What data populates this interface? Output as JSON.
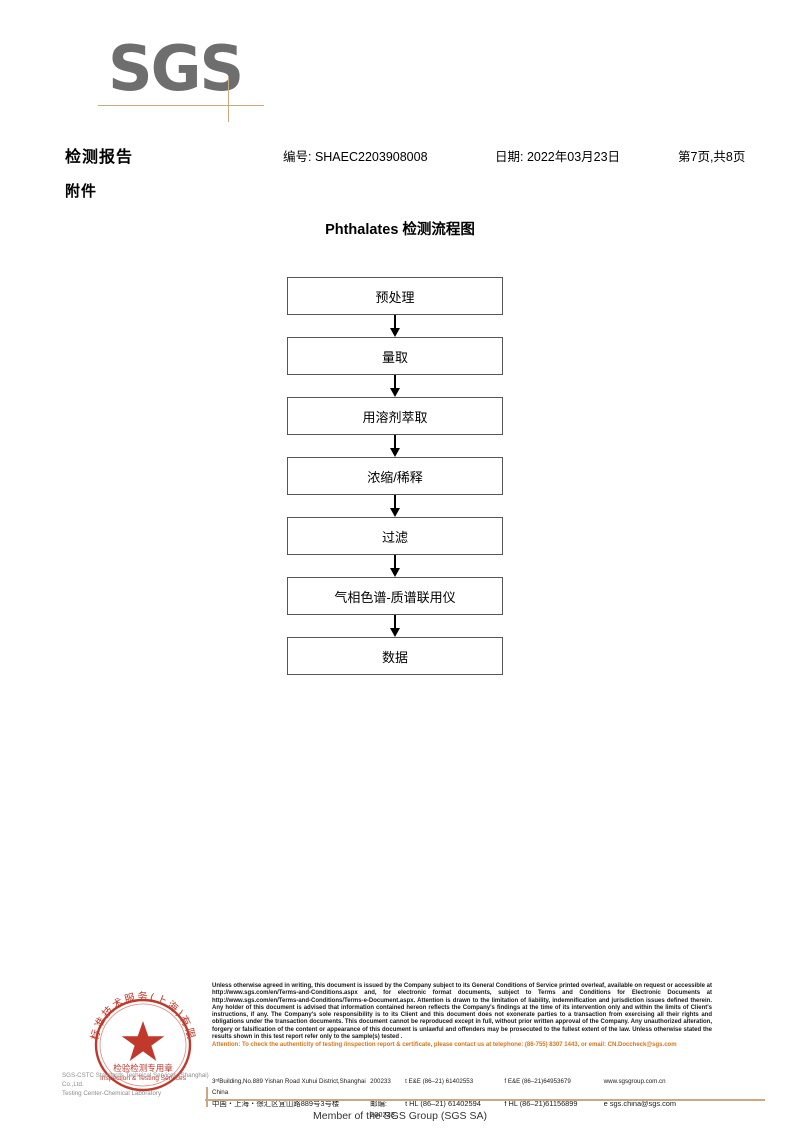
{
  "brand": {
    "logo_text": "SGS"
  },
  "header": {
    "report_title": "检测报告",
    "report_no": "编号: SHAEC2203908008",
    "report_date": "日期: 2022年03月23日",
    "page_info": "第7页,共8页",
    "attachment_label": "附件"
  },
  "flow": {
    "title": "Phthalates 检测流程图",
    "steps": [
      {
        "label": "预处理"
      },
      {
        "label": "量取"
      },
      {
        "label": "用溶剂萃取"
      },
      {
        "label": "浓缩/稀释"
      },
      {
        "label": "过滤"
      },
      {
        "label": "气相色谱-质谱联用仪"
      },
      {
        "label": "数据"
      }
    ]
  },
  "stamp": {
    "outer_text": "通标标准技术服务(上海)有限公司",
    "line1": "检验检测专用章",
    "line2": "Inspection & Testing Services",
    "color": "#c0392b"
  },
  "footer": {
    "company_line1": "SGS-CSTC Standards Technical Services (Shanghai) Co.,Ltd.",
    "company_line2": "Testing Center-Chemical Laboratory",
    "legal": "Unless otherwise agreed in writing, this document is issued by the Company subject to its General Conditions of Service printed overleaf, available on request or accessible at http://www.sgs.com/en/Terms-and-Conditions.aspx and, for electronic format documents, subject to Terms and Conditions for Electronic Documents at http://www.sgs.com/en/Terms-and-Conditions/Terms-e-Document.aspx. Attention is drawn to the limitation of liability, indemnification and jurisdiction issues defined therein. Any holder of this document is advised that information contained hereon reflects the Company's findings at the time of its intervention only and within the limits of Client's instructions, if any. The Company's sole responsibility is to its Client and this document does not exonerate parties to a transaction from exercising all their rights and obligations under the transaction documents. This document cannot be reproduced except in full, without prior written approval of the Company. Any unauthorized alteration, forgery or falsification of the content or appearance of this document is unlawful and offenders may be prosecuted to the fullest extent of the law. Unless otherwise stated the results shown in this test report refer only to the sample(s) tested .",
    "attention": "Attention: To check the authenticity of testing /inspection report & certificate, please contact us at telephone: (86-755) 8307 1443, or email: CN.Doccheck@sgs.com",
    "attention_color": "#d4761a",
    "address_en": "3ʳᵈBuilding,No.889 Yishan Road Xuhui District,Shanghai China",
    "postcode_en": "200233",
    "tel_en_1": "t E&E (86–21) 61402553",
    "tel_en_2": "f E&E (86–21)64953679",
    "web": "www.sgsgroup.com.cn",
    "address_cn": "中国・上海・徐汇区宜山路889号3号楼",
    "postcode_cn": "邮编: 200233",
    "tel_cn_1": "t HL (86–21) 61402594",
    "tel_cn_2": "f HL (86–21)61156899",
    "email": "e  sgs.china@sgs.com",
    "member_line": "Member of the SGS Group (SGS SA)"
  }
}
